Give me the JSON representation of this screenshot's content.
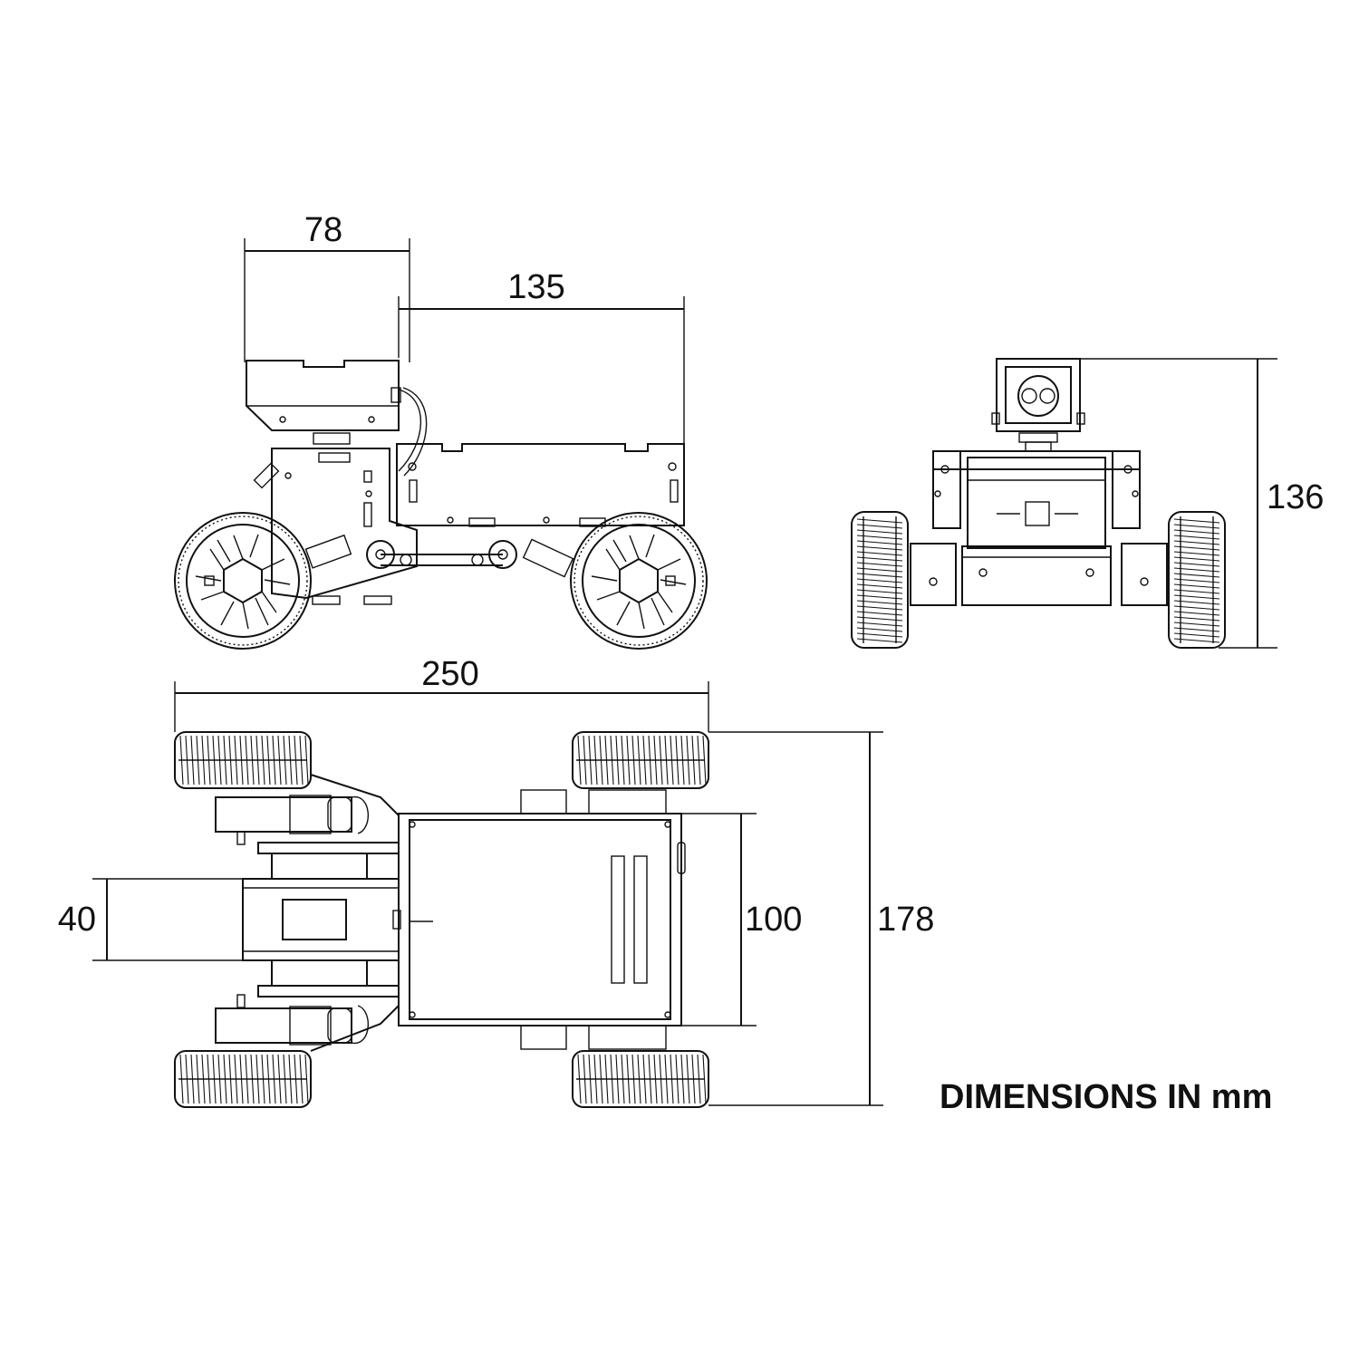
{
  "colors": {
    "line": "#111111",
    "background": "#ffffff"
  },
  "dimensions": {
    "top_module_width": "78",
    "battery_box_width": "135",
    "overall_height": "136",
    "wheelbase_length": "250",
    "track_width": "178",
    "chassis_width": "100",
    "front_module_width": "40"
  },
  "note": "DIMENSIONS IN mm"
}
